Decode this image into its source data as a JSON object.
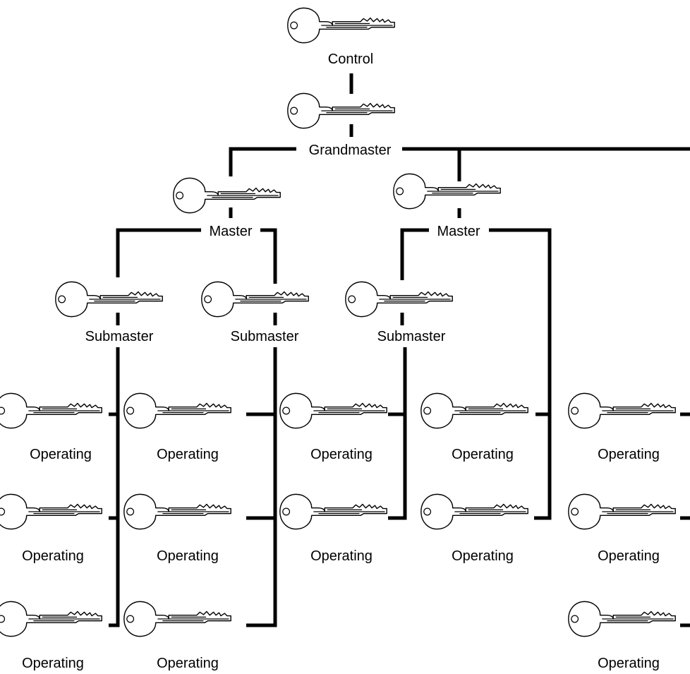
{
  "diagram": {
    "levels": {
      "control": "Control",
      "grandmaster": "Grandmaster",
      "master": "Master",
      "submaster": "Submaster",
      "operating": "Operating"
    },
    "colors": {
      "line": "#000000",
      "background": "#ffffff"
    },
    "icon": "key-icon"
  }
}
